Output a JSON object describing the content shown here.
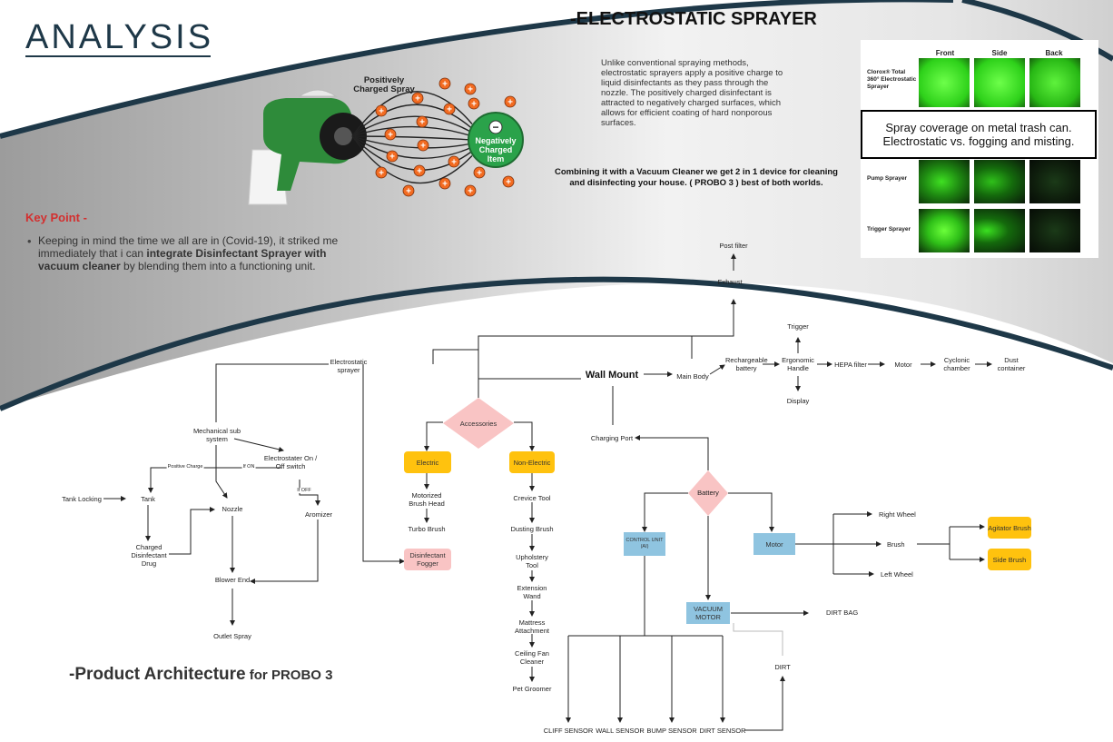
{
  "header": {
    "title": "ANALYSIS",
    "section_title": "-ELECTROSTATIC SPRAYER"
  },
  "sprayer_illustration": {
    "spray_label": "Positively Charged Spray",
    "item_label": "Negatively Charged Item",
    "positive_symbol": "+",
    "negative_symbol": "−"
  },
  "description": "Unlike conventional spraying methods, electrostatic sprayers apply a positive charge to liquid disinfectants as they pass through the nozzle. The positively charged disinfectant is attracted to negatively charged surfaces, which allows for efficient coating of hard nonporous surfaces.",
  "combining_note": "Combining it with a Vacuum Cleaner we get 2 in 1 device for cleaning and disinfecting your house. ( PROBO 3 ) best of both worlds.",
  "key_point": {
    "heading": "Key Point -",
    "bullet_before": "Keeping in mind the time we all are in (Covid-19), it striked me immediately that i can ",
    "bullet_bold": "integrate Disinfectant Sprayer with vacuum cleaner",
    "bullet_after": " by blending them into a functioning unit."
  },
  "comparison": {
    "columns": [
      "Front",
      "Side",
      "Back"
    ],
    "rows": [
      {
        "label": "Clorox® Total 360° Electrostatic Sprayer"
      },
      {
        "label": "Pump Sprayer"
      },
      {
        "label": "Trigger Sprayer"
      }
    ],
    "caption_line1": "Spray coverage on metal trash can.",
    "caption_line2": "Electrostatic vs. fogging and misting.",
    "colors": {
      "bright": "#39ff14",
      "dark": "#0a1a0a"
    }
  },
  "footer_title": {
    "main": "-Product Architecture",
    "suffix": " for PROBO 3"
  },
  "diagram": {
    "wall_mount": "Wall Mount",
    "post_filter": "Post filter",
    "exhaust": "Exhaust",
    "main_body": "Main Body",
    "rechargeable_battery": "Rechargeable battery",
    "ergonomic_handle": "Ergonomic Handle",
    "trigger": "Trigger",
    "display": "Display",
    "hepa_filter": "HEPA filter",
    "motor_chain": "Motor",
    "cyclonic_chamber": "Cyclonic chamber",
    "dust_container": "Dust container",
    "electrostatic_sprayer": "Electrostatic sprayer",
    "mechanical_sub_system": "Mechanical sub system",
    "electrostater_switch": "Electrostater On / Off switch",
    "positive_charge": "Positive Charge",
    "if_on": "If ON",
    "if_off": "If OFF",
    "tank_locking": "Tank Locking",
    "tank": "Tank",
    "nozzle": "Nozzle",
    "aromizer": "Aromizer",
    "charged_drug": "Charged Disinfectant Drug",
    "blower_end": "Blower End",
    "outlet_spray": "Outlet Spray",
    "accessories": "Accessories",
    "electric": "Electric",
    "non_electric": "Non-Electric",
    "electric_items": [
      "Motorized Brush Head",
      "Turbo Brush"
    ],
    "disinfectant_fogger": "Disinfectant Fogger",
    "non_electric_items": [
      "Crevice Tool",
      "Dusting Brush",
      "Upholstery Tool",
      "Extension Wand",
      "Mattress Attachment",
      "Ceiling Fan Cleaner",
      "Pet Groomer"
    ],
    "charging_port": "Charging Port",
    "battery": "Battery",
    "control_unit": "CONTROL UNIT (AI)",
    "motor": "Motor",
    "right_wheel": "Right Wheel",
    "brush": "Brush",
    "left_wheel": "Left Wheel",
    "agitator_brush": "Agitator Brush",
    "side_brush": "Side Brush",
    "vacuum_motor": "VACUUM MOTOR",
    "dirt_bag": "DIRT BAG",
    "dirt": "DIRT",
    "sensors": [
      "CLIFF SENSOR",
      "WALL SENSOR",
      "BUMP SENSOR",
      "DIRT SENSOR"
    ]
  },
  "colors": {
    "navy": "#1e3848",
    "green": "#2e8b3a",
    "red": "#d32f2f",
    "orange": "#f26b21",
    "yellow": "#ffc20e",
    "pink": "#f9c4c4",
    "blue": "#8fc4e0"
  }
}
